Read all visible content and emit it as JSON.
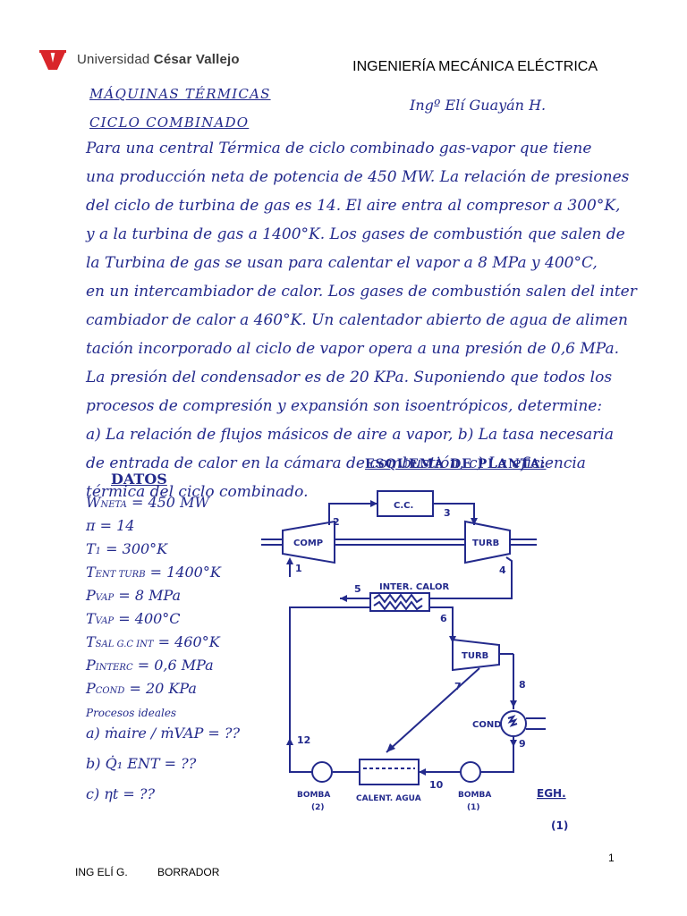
{
  "header": {
    "university_light": "Universidad",
    "university_bold": "César Vallejo",
    "department": "INGENIERÍA MECÁNICA ELÉCTRICA"
  },
  "titles": {
    "subject": "MÁQUINAS TÉRMICAS",
    "topic": "CICLO COMBINADO",
    "author": "Ingº Elí Guayán H."
  },
  "problem_lines": [
    "Para una central Térmica de ciclo combinado gas-vapor que tiene",
    "una producción neta de potencia de 450 MW. La relación de presiones",
    "del ciclo de turbina de gas es 14. El aire entra al compresor a 300°K,",
    "y a la turbina de gas a 1400°K. Los gases de combustión que salen de",
    "la Turbina de gas se usan para calentar el vapor a 8 MPa y 400°C,",
    "en un intercambiador de calor. Los gases de combustión salen del inter",
    "cambiador de calor a 460°K. Un calentador abierto de agua de alimen",
    "tación incorporado al ciclo de vapor opera a una presión de 0,6 MPa.",
    "La presión del condensador es de 20 KPa. Suponiendo que todos los",
    "procesos de compresión y expansión son isoentrópicos, determine:",
    "a) La relación de flujos másicos de aire a vapor, b) La tasa necesaria",
    "de entrada de calor en la cámara de combustión, c) La eficiencia",
    "térmica del ciclo combinado."
  ],
  "datos": {
    "title": "DATOS",
    "rows": [
      {
        "sym": "W",
        "sub": "NETA",
        "val": "= 450 MW"
      },
      {
        "sym": "π",
        "sub": "",
        "val": "= 14"
      },
      {
        "sym": "T",
        "sub": "1",
        "val": "= 300°K"
      },
      {
        "sym": "T",
        "sub": "ENT TURB",
        "val": "= 1400°K"
      },
      {
        "sym": "P",
        "sub": "VAP",
        "val": "= 8 MPa"
      },
      {
        "sym": "T",
        "sub": "VAP",
        "val": "= 400°C"
      },
      {
        "sym": "T",
        "sub": "SAL G.C INT",
        "val": "= 460°K"
      },
      {
        "sym": "P",
        "sub": "INTERC",
        "val": "= 0,6 MPa"
      },
      {
        "sym": "P",
        "sub": "COND",
        "val": "= 20 KPa"
      }
    ],
    "procesos": "Procesos ideales",
    "questions": [
      "a) ṁaire / ṁVAP = ??",
      "b) Q̇₁ ENT = ??",
      "c) ηt = ??"
    ]
  },
  "diagram": {
    "title": "ESQUEMA DE PLANTA:",
    "comp": "COMP",
    "cc": "C.C.",
    "turb_gas": "TURB",
    "inter": "INTER. CALOR",
    "turb_vap": "TURB",
    "cond": "COND",
    "bomba2": "BOMBA",
    "bomba2_n": "(2)",
    "calent": "CALENT. AGUA",
    "bomba1": "BOMBA",
    "bomba1_n": "(1)",
    "egh": "EGH.",
    "fig": "(1)",
    "states": [
      "1",
      "2",
      "3",
      "4",
      "5",
      "6",
      "7",
      "8",
      "9",
      "10",
      "12"
    ]
  },
  "footer": {
    "author": "ING ELÍ G.",
    "status": "BORRADOR",
    "page": "1"
  },
  "colors": {
    "ink": "#232a8c",
    "logo_red": "#d9252a"
  }
}
